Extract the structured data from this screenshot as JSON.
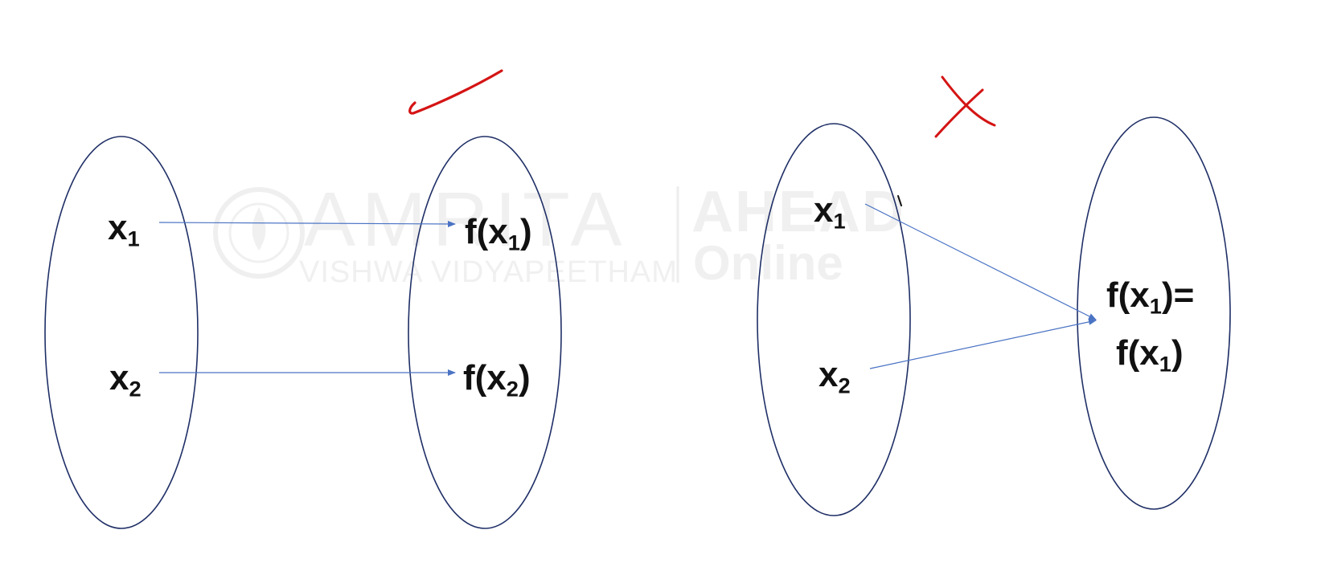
{
  "watermark": {
    "brand": "AMRITA",
    "subtitle": "VISHWA VIDYAPEETHAM",
    "partner_top": "AHEAD",
    "partner_bottom": "Online",
    "color": "#efefef"
  },
  "colors": {
    "ellipse_stroke": "#1f2f66",
    "arrow": "#4a73c4",
    "mark_red": "#d41414",
    "text": "#111111"
  },
  "left_diagram": {
    "verdict": "check-mark-icon",
    "domain": [
      {
        "base": "x",
        "sub": "1"
      },
      {
        "base": "x",
        "sub": "2"
      }
    ],
    "codomain": [
      {
        "prefix": "f(x",
        "sub": "1",
        "suffix": ")"
      },
      {
        "prefix": "f(x",
        "sub": "2",
        "suffix": ")"
      }
    ]
  },
  "right_diagram": {
    "verdict": "cross-mark-icon",
    "domain": [
      {
        "base": "x",
        "sub": "1"
      },
      {
        "base": "x",
        "sub": "2"
      }
    ],
    "codomain_line1": {
      "prefix": "f(x",
      "sub": "1",
      "suffix": ")="
    },
    "codomain_line2": {
      "prefix": "f(x",
      "sub": "1",
      "suffix": ")"
    }
  }
}
